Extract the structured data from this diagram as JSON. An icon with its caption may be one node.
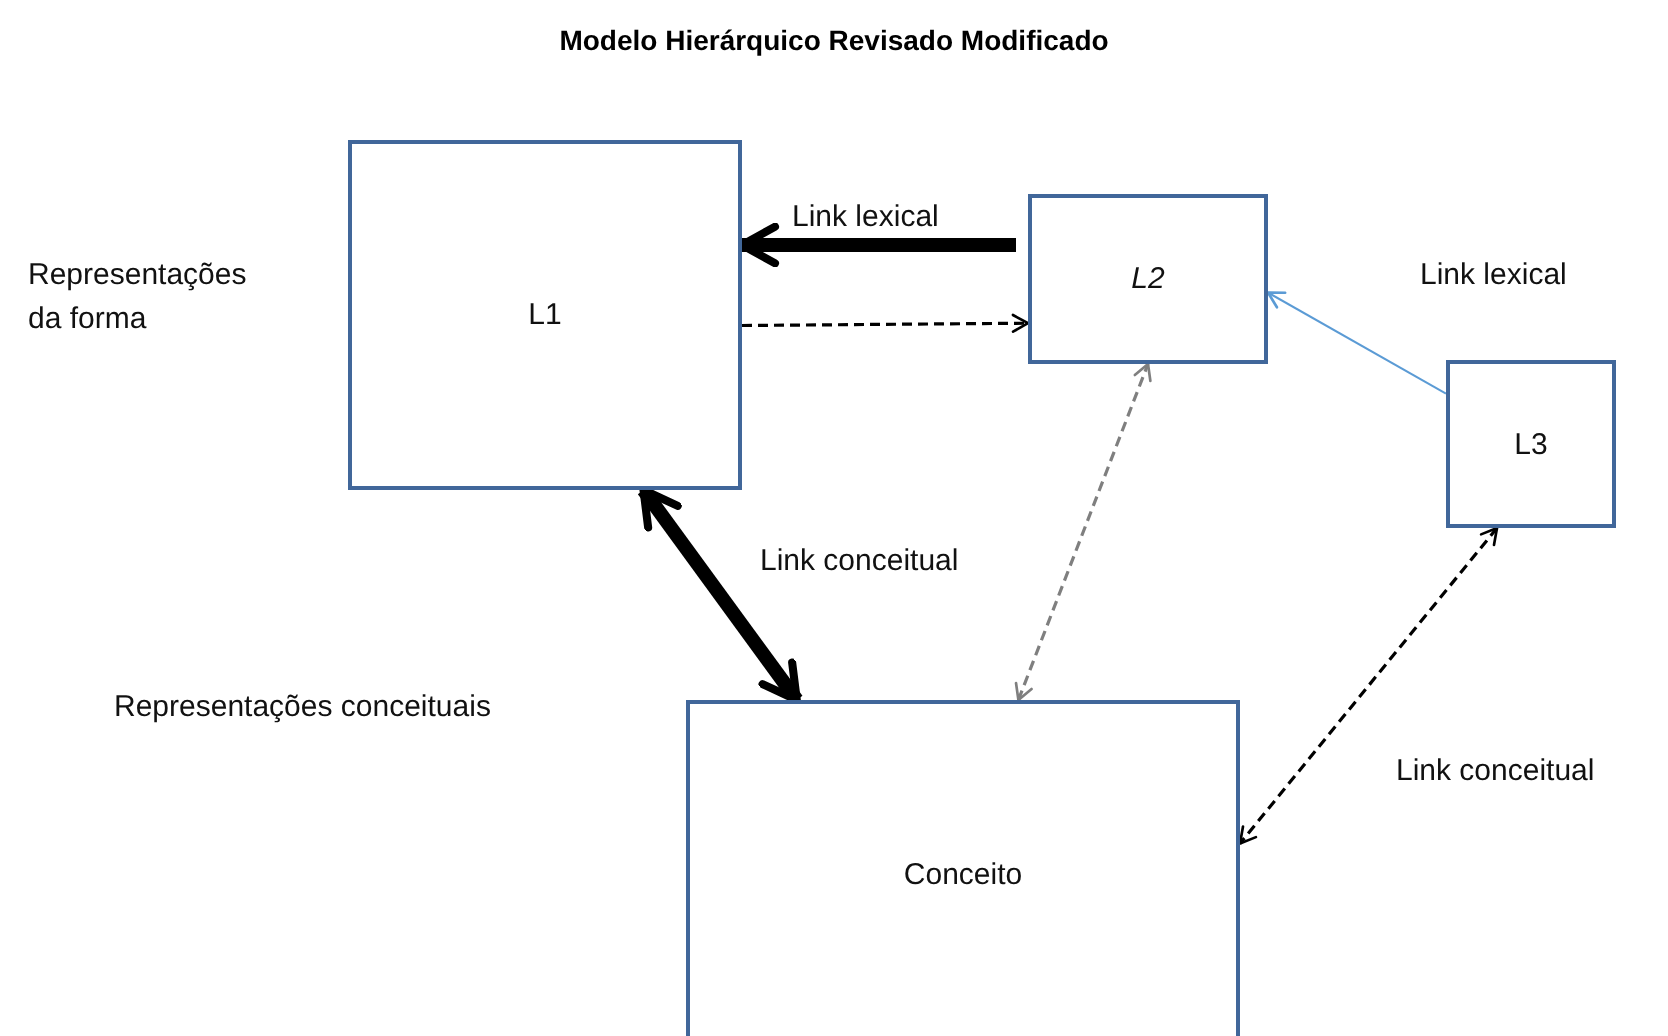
{
  "diagram": {
    "title": "Modelo Hierárquico Revisado  Modificado",
    "nodes": [
      {
        "text": [
          "L1"
        ]
      },
      {
        "text": [
          "L2"
        ]
      },
      {
        "text": [
          "L3"
        ]
      },
      {
        "text": [
          "Conceito"
        ]
      }
    ],
    "edges": [
      {
        "from": 1,
        "to": 0,
        "arrow": "to",
        "style": "thick"
      },
      {
        "from": 0,
        "to": 1,
        "arrow": "to",
        "style": "dashed"
      },
      {
        "from": 0,
        "to": 3,
        "arrow": "both",
        "style": "thick"
      },
      {
        "from": 3,
        "to": 1,
        "arrow": "both",
        "style": "dashed",
        "color": "#7f7f7f"
      },
      {
        "from": 2,
        "to": 1,
        "arrow": "to",
        "color": "#5b9bd5"
      },
      {
        "from": 2,
        "to": 3,
        "arrow": "both",
        "style": "dashed"
      }
    ],
    "labels": [
      "Link lexical",
      "Representações da forma",
      "Link lexical",
      "Link conceitual",
      "Representações conceituais",
      "Link conceitual"
    ]
  }
}
